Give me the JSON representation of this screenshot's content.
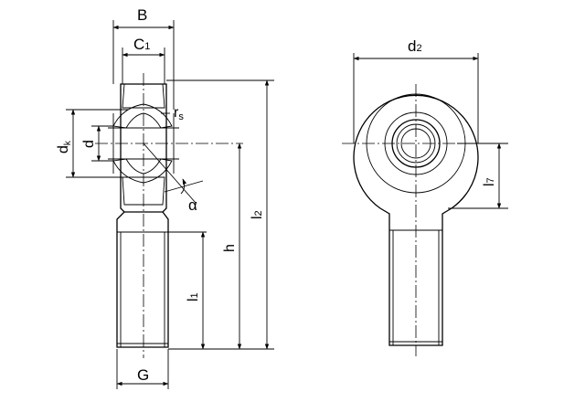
{
  "labels": {
    "B": "B",
    "C1": "C",
    "C1_sub": "1",
    "rs": "r",
    "rs_sub": "s",
    "dk": "d",
    "dk_sub": "k",
    "d": "d",
    "alpha": "α",
    "l2": "l",
    "l2_sub": "2",
    "h": "h",
    "l1": "l",
    "l1_sub": "1",
    "G": "G",
    "d2": "d",
    "d2_sub": "2",
    "l7": "l",
    "l7_sub": "7"
  },
  "colors": {
    "ball": "#4aa9df",
    "housing": "#9a9a9a",
    "housing_light": "#c9c9c9"
  }
}
